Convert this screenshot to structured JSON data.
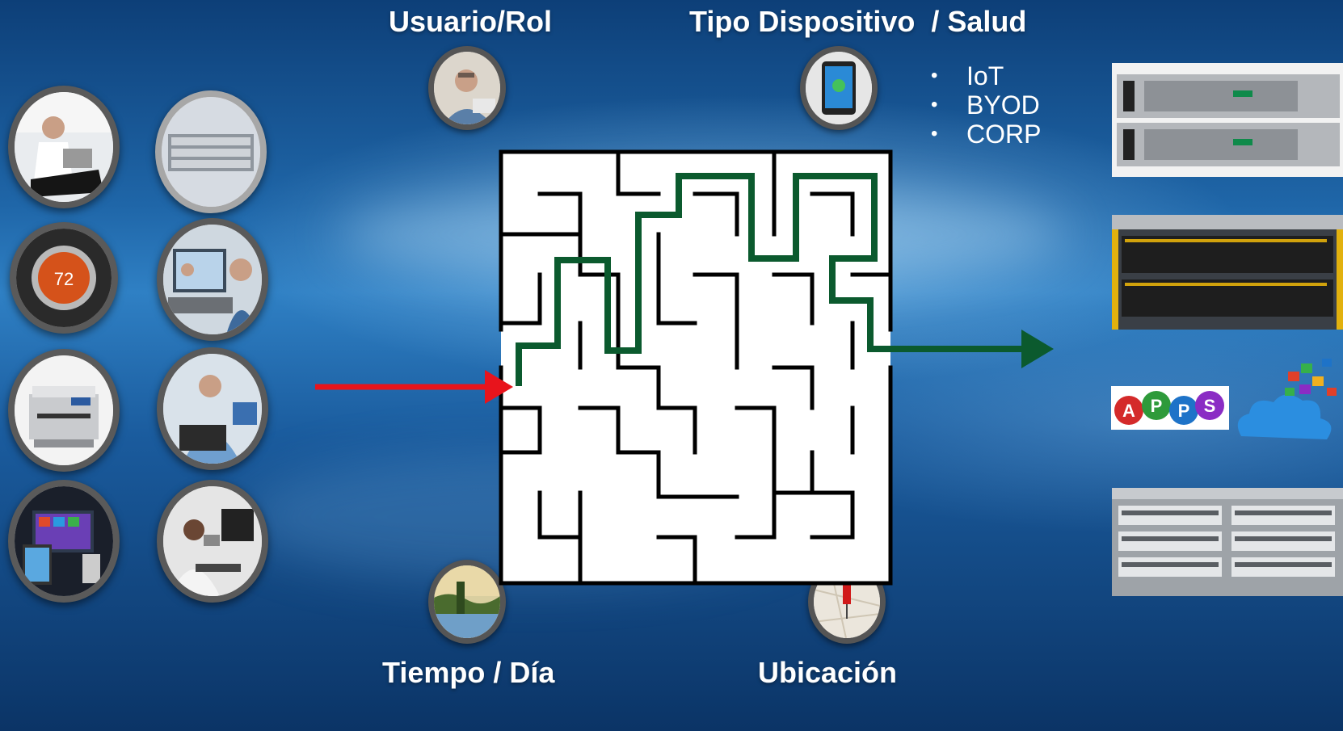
{
  "headings": {
    "user_role": "Usuario/Rol",
    "device_type": "Tipo Dispositivo  / Salud",
    "time_day": "Tiempo / Día",
    "location": "Ubicación"
  },
  "device_types": [
    "IoT",
    "BYOD",
    "CORP"
  ],
  "thermostat_reading": "72",
  "apps_letters": [
    "A",
    "P",
    "P",
    "S"
  ],
  "colors": {
    "entry_arrow": "#e8141c",
    "path": "#0b5a2e",
    "maze_wall": "#000000",
    "maze_floor": "#ffffff",
    "circle_border": "#5a5a5a"
  },
  "icons": {
    "left_devices": [
      "person-laptop-icon",
      "network-switch-icon",
      "thermostat-icon",
      "video-conference-icon",
      "printer-icon",
      "office-worker-icon",
      "tablets-icon",
      "desk-worker-icon"
    ],
    "criteria": [
      "user-icon",
      "tablet-health-icon",
      "landscape-icon",
      "map-pin-icon"
    ],
    "resources": [
      "rack-server-icon",
      "storage-array-icon",
      "apps-icon",
      "cloud-apps-icon",
      "switch-chassis-icon"
    ]
  }
}
